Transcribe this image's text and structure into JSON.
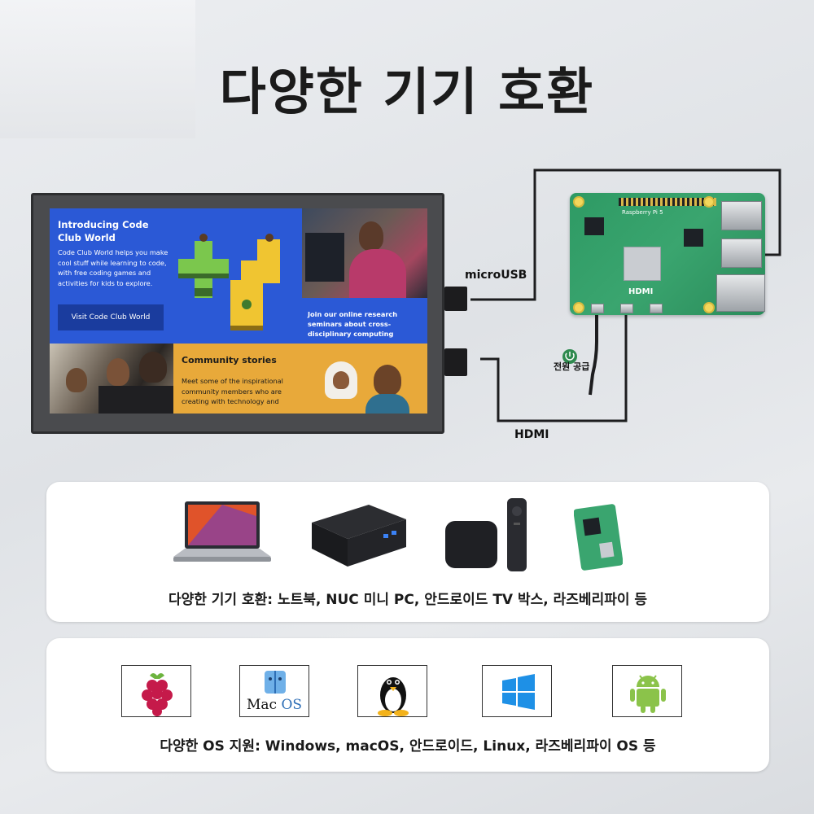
{
  "headline": "다양한 기기 호환",
  "screen": {
    "hero_title": "Introducing Code Club World",
    "hero_desc": "Code Club World helps you make cool stuff while learning to code, with free coding games and activities for kids to explore.",
    "hero_button": "Visit Code Club World",
    "research_text": "Join our online research seminars about cross-disciplinary computing",
    "community_title": "Community stories",
    "community_desc": "Meet some of the inspirational community members who are creating with technology and"
  },
  "connections": {
    "microusb_label": "microUSB",
    "hdmi_label": "HDMI",
    "power_label": "전원 공급",
    "board_brand": "Raspberry Pi 5",
    "board_hdmi": "HDMI"
  },
  "devices_card": {
    "caption": "다양한 기기 호환: 노트북, NUC 미니 PC, 안드로이드 TV 박스, 라즈베리파이 등",
    "icons": [
      "laptop-icon",
      "nuc-mini-pc-icon",
      "tv-box-icon",
      "raspberry-pi-board-icon"
    ]
  },
  "os_card": {
    "caption": "다양한 OS 지원: Windows, macOS, 안드로이드, Linux, 라즈베리파이 OS 등",
    "mac_logo_text_mac": "Mac",
    "mac_logo_text_os": "OS",
    "icons": [
      "raspberry-pi-logo-icon",
      "macos-logo-icon",
      "linux-tux-icon",
      "windows-logo-icon",
      "android-logo-icon"
    ]
  },
  "colors": {
    "screen_blue": "#2b59d6",
    "screen_yellow": "#e8a93a",
    "board_green": "#3aa56f",
    "windows_blue": "#1e90e6",
    "android_green": "#8bc34a",
    "raspberry_red": "#c51a4a"
  }
}
